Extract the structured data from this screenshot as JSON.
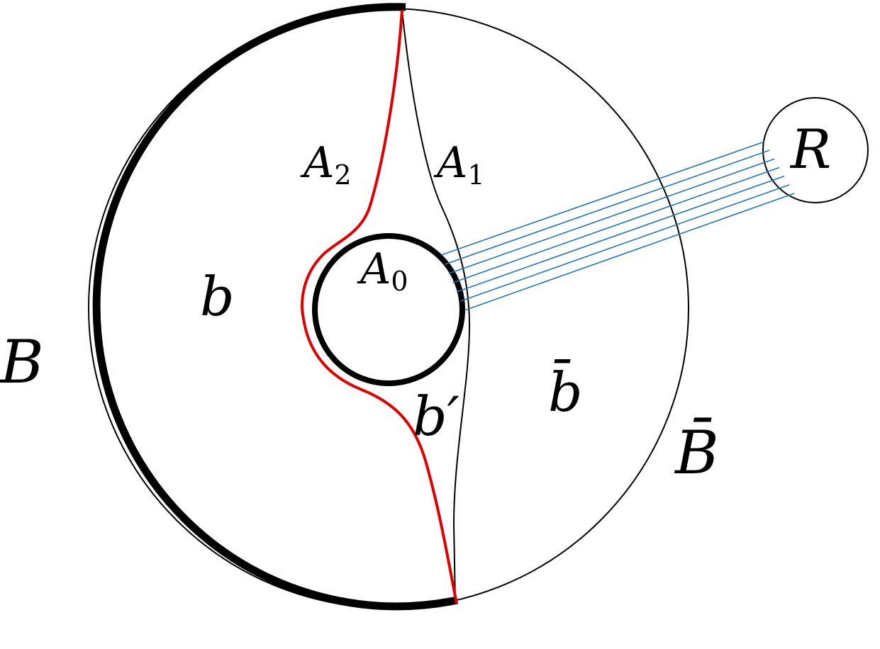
{
  "labels": {
    "outer_region": "B",
    "outer_complement": "B̄",
    "region_b": "b",
    "region_b_bar": "b̄",
    "region_b_prime": "b′",
    "reference": "R",
    "a0_letter": "A",
    "a0_sub": "0",
    "a1_letter": "A",
    "a1_sub": "1",
    "a2_letter": "A",
    "a2_sub": "2"
  },
  "colors": {
    "boundary": "#000000",
    "red_surface": "#e00000",
    "entanglement_lines": "#1f77b4",
    "background": "#ffffff"
  },
  "entanglement_line_count": 7
}
